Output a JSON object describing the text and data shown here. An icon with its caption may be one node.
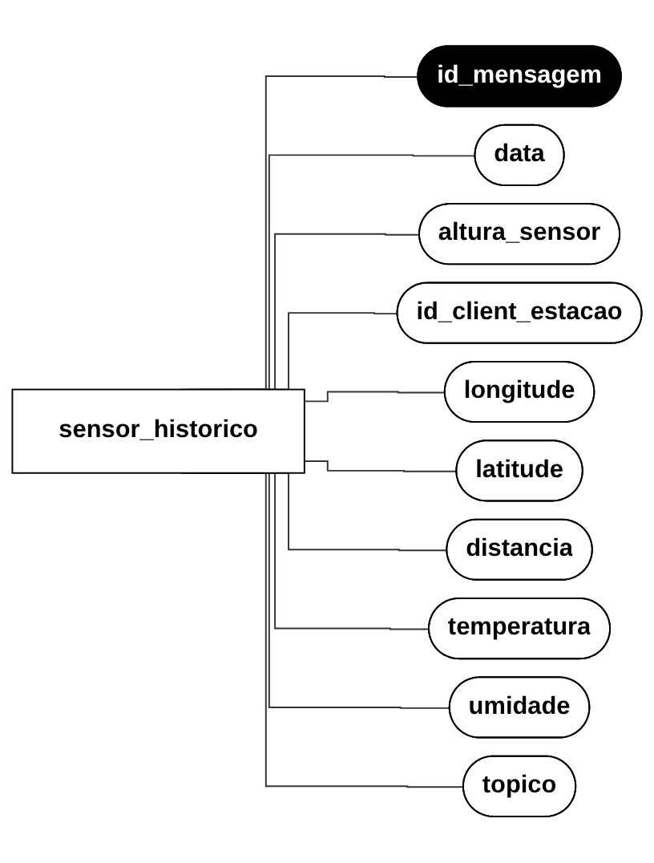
{
  "diagram": {
    "nodes": [
      {
        "text": [
          "id_mensagem"
        ]
      },
      {
        "text": [
          "data"
        ]
      },
      {
        "text": [
          "altura_sensor"
        ]
      },
      {
        "text": [
          "id_client_estacao"
        ]
      },
      {
        "text": [
          "longitude"
        ]
      },
      {
        "text": [
          "latitude"
        ]
      },
      {
        "text": [
          "distancia"
        ]
      },
      {
        "text": [
          "temperatura"
        ]
      },
      {
        "text": [
          "umidade"
        ]
      },
      {
        "text": [
          "topico"
        ]
      },
      {
        "text": [
          "sensor_historico"
        ]
      }
    ],
    "edges": [
      {
        "from": 10,
        "to": 0,
        "arrow": "none"
      },
      {
        "from": 10,
        "to": 1,
        "arrow": "none"
      },
      {
        "from": 10,
        "to": 2,
        "arrow": "none"
      },
      {
        "from": 10,
        "to": 3,
        "arrow": "none"
      },
      {
        "from": 10,
        "to": 4,
        "arrow": "none"
      },
      {
        "from": 10,
        "to": 5,
        "arrow": "none"
      },
      {
        "from": 10,
        "to": 6,
        "arrow": "none"
      },
      {
        "from": 10,
        "to": 7,
        "arrow": "none"
      },
      {
        "from": 10,
        "to": 8,
        "arrow": "none"
      },
      {
        "from": 10,
        "to": 9,
        "arrow": "none"
      }
    ]
  }
}
